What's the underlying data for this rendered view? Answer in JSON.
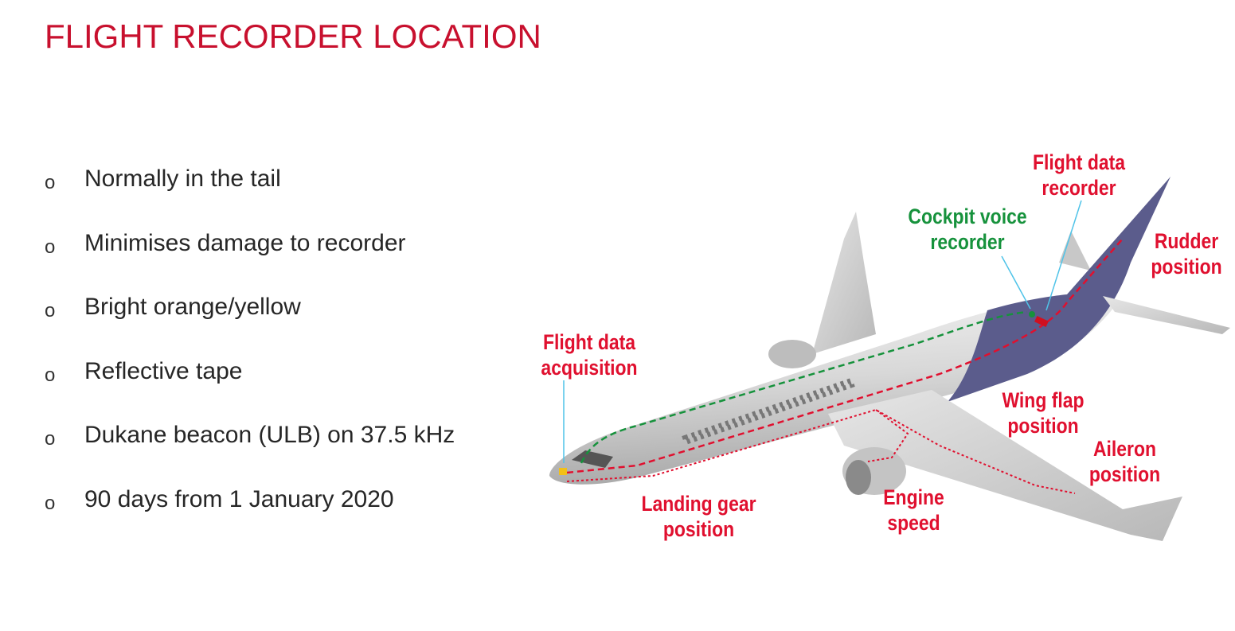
{
  "slide": {
    "title": "FLIGHT RECORDER LOCATION",
    "bullet_marker": "o",
    "bullets": [
      "Normally in the tail",
      "Minimises damage to recorder",
      "Bright orange/yellow",
      "Reflective tape",
      "Dukane beacon (ULB) on 37.5 kHz",
      "90 days from 1 January 2020"
    ]
  },
  "diagram": {
    "labels": {
      "fdr": [
        "Flight data",
        "recorder"
      ],
      "cvr": [
        "Cockpit voice",
        "recorder"
      ],
      "rudder": [
        "Rudder",
        "position"
      ],
      "fda": [
        "Flight data",
        "acquisition"
      ],
      "flap": [
        "Wing flap",
        "position"
      ],
      "aileron": [
        "Aileron",
        "position"
      ],
      "engine": [
        "Engine",
        "speed"
      ],
      "gear": [
        "Landing gear",
        "position"
      ]
    },
    "colors": {
      "red": "#e0102f",
      "green": "#16923c",
      "tail": "#5b5c8c",
      "title": "#c8102e"
    }
  }
}
